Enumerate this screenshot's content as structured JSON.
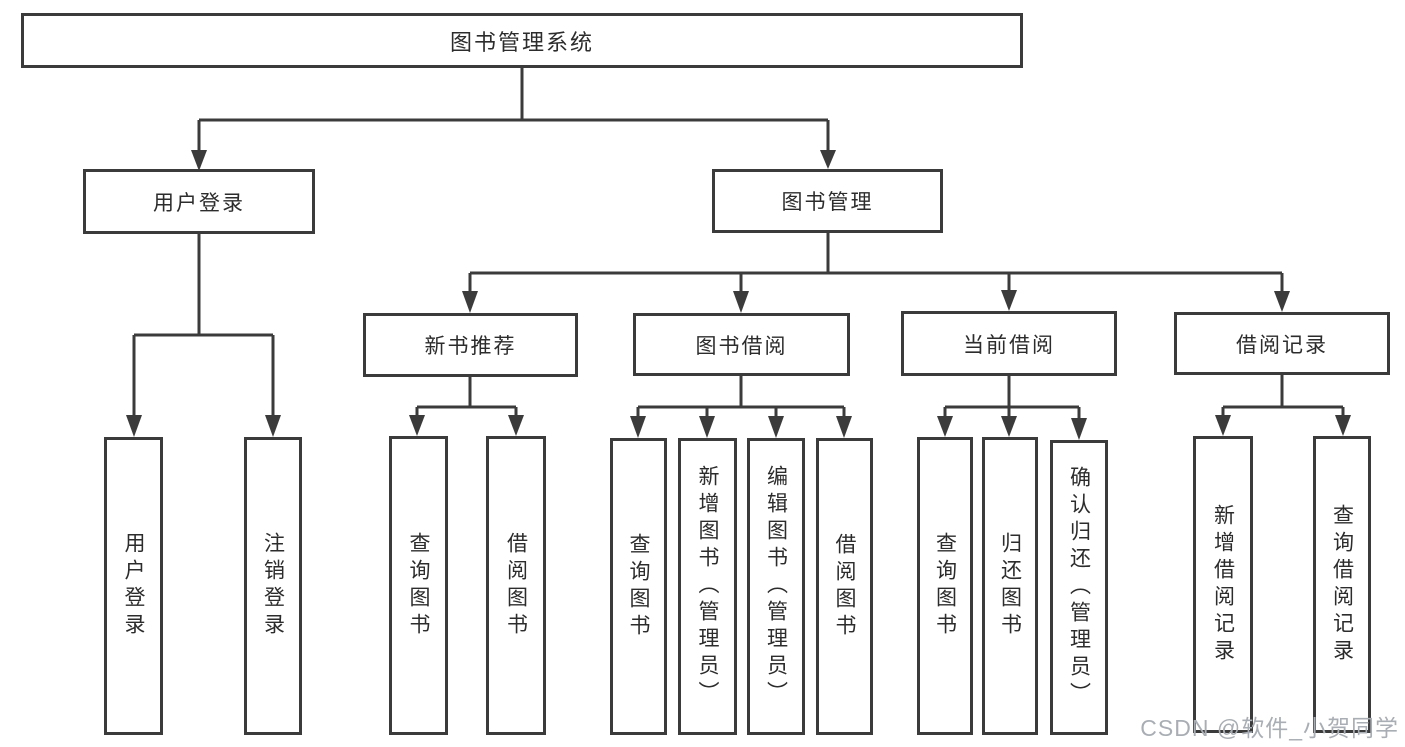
{
  "diagram_type": "hierarchy-tree",
  "tree": {
    "root": {
      "label": "图书管理系统",
      "children": [
        {
          "label": "用户登录",
          "children": [
            {
              "label": "用户登录"
            },
            {
              "label": "注销登录"
            }
          ]
        },
        {
          "label": "图书管理",
          "children": [
            {
              "label": "新书推荐",
              "children": [
                {
                  "label": "查询图书"
                },
                {
                  "label": "借阅图书"
                }
              ]
            },
            {
              "label": "图书借阅",
              "children": [
                {
                  "label": "查询图书"
                },
                {
                  "label": "新增图书（管理员）"
                },
                {
                  "label": "编辑图书（管理员）"
                },
                {
                  "label": "借阅图书"
                }
              ]
            },
            {
              "label": "当前借阅",
              "children": [
                {
                  "label": "查询图书"
                },
                {
                  "label": "归还图书"
                },
                {
                  "label": "确认归还（管理员）"
                }
              ]
            },
            {
              "label": "借阅记录",
              "children": [
                {
                  "label": "新增借阅记录"
                },
                {
                  "label": "查询借阅记录"
                }
              ]
            }
          ]
        }
      ]
    }
  },
  "watermark": {
    "text": "CSDN @软件_小贺同学"
  },
  "colors": {
    "line": "#3b3b3b",
    "box_border": "#3b3b3b",
    "text": "#2c2c2c",
    "background": "#ffffff",
    "watermark": "#a9aeb4"
  }
}
